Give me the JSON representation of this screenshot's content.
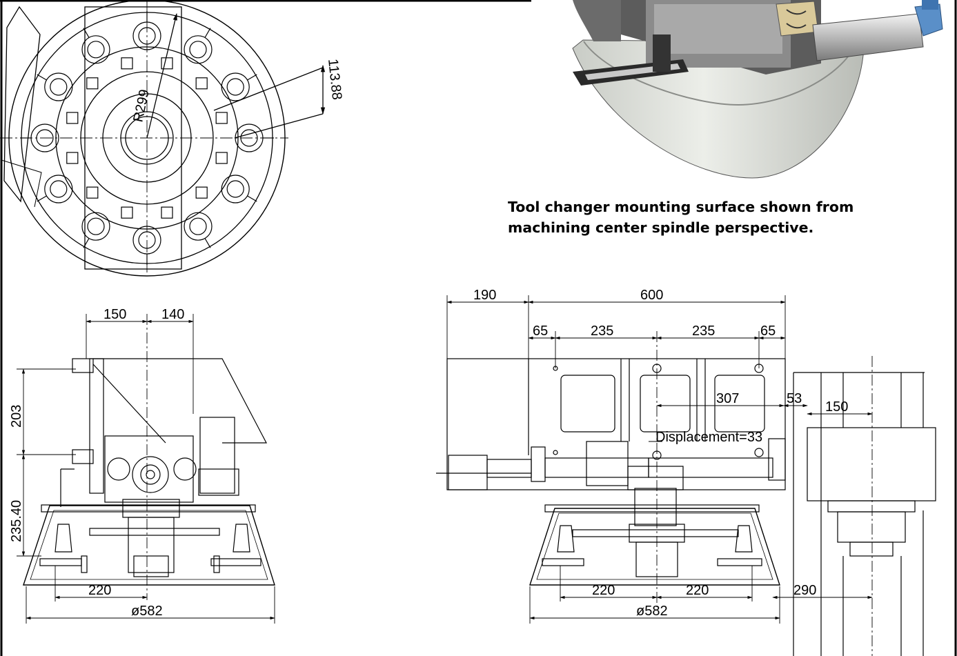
{
  "caption": {
    "line1": "Tool changer mounting surface shown from",
    "line2": "machining center spindle perspective."
  },
  "top_view": {
    "radius_label": "R299",
    "offset_label": "113.88"
  },
  "side_view": {
    "width_left": "150",
    "width_right": "140",
    "height_upper": "203",
    "height_lower": "235.40",
    "base_half": "220",
    "base_diameter": "ø582"
  },
  "front_view": {
    "overhang": "190",
    "overall_width": "600",
    "edge_left": "65",
    "span_left": "235",
    "span_right": "235",
    "edge_right": "65",
    "arm_reach": "307",
    "gap": "53",
    "spindle_offset": "150",
    "displacement": "Displacement=33",
    "base_half_left": "220",
    "base_half_right": "220",
    "spindle_clearance": "290",
    "base_diameter": "ø582"
  },
  "colors": {
    "line": "#000000",
    "panel": "#f2f2f2",
    "photo_body": "#e4e6e2",
    "photo_dark": "#444444"
  }
}
